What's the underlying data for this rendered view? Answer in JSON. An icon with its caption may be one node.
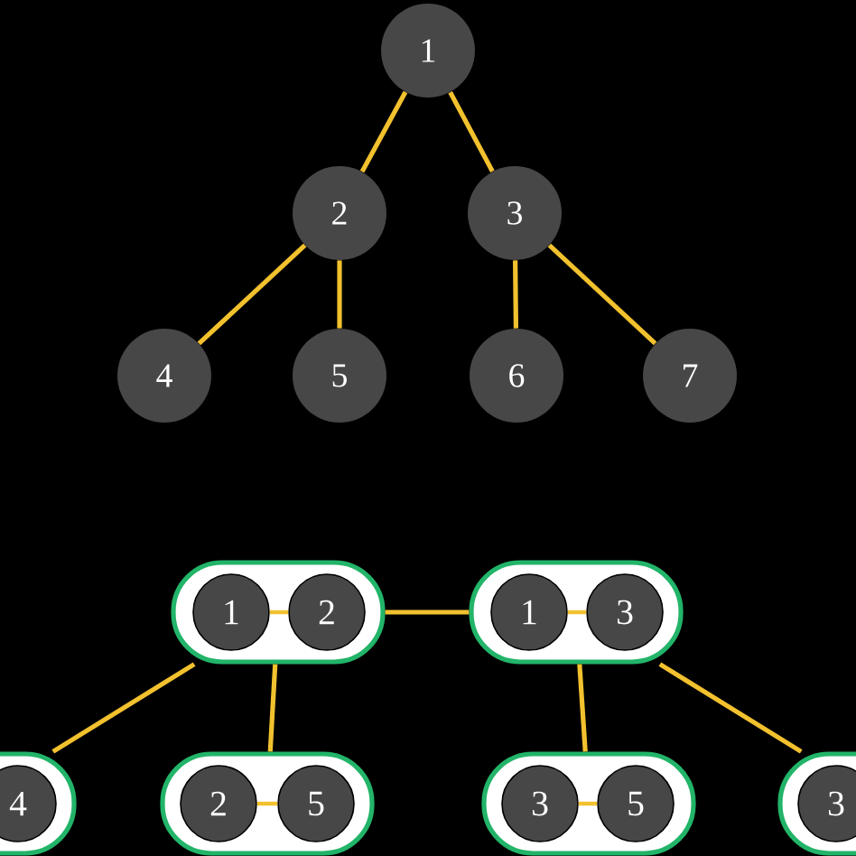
{
  "diagram": {
    "nodes": [
      {
        "text": [
          "1"
        ]
      },
      {
        "text": [
          "2"
        ]
      },
      {
        "text": [
          "3"
        ]
      },
      {
        "text": [
          "4"
        ]
      },
      {
        "text": [
          "5"
        ]
      },
      {
        "text": [
          "6"
        ]
      },
      {
        "text": [
          "7"
        ]
      },
      {
        "text": [],
        "shape": "box"
      },
      {
        "text": [
          "1"
        ],
        "in": 7
      },
      {
        "text": [
          "2"
        ],
        "in": 7
      },
      {
        "text": [],
        "shape": "box"
      },
      {
        "text": [
          "1"
        ],
        "in": 10
      },
      {
        "text": [
          "3"
        ],
        "in": 10
      },
      {
        "text": [],
        "shape": "box"
      },
      {
        "text": [
          "4"
        ],
        "in": 13
      },
      {
        "text": [],
        "shape": "box"
      },
      {
        "text": [
          "2"
        ],
        "in": 15
      },
      {
        "text": [
          "5"
        ],
        "in": 15
      },
      {
        "text": [],
        "shape": "box"
      },
      {
        "text": [
          "3"
        ],
        "in": 18
      },
      {
        "text": [
          "5"
        ],
        "in": 18
      },
      {
        "text": [],
        "shape": "box"
      },
      {
        "text": [
          "3"
        ],
        "in": 21
      }
    ],
    "edges": [
      {
        "from": 0,
        "to": 1,
        "arrow": "none"
      },
      {
        "from": 0,
        "to": 2,
        "arrow": "none"
      },
      {
        "from": 1,
        "to": 3,
        "arrow": "none"
      },
      {
        "from": 1,
        "to": 4,
        "arrow": "none"
      },
      {
        "from": 2,
        "to": 5,
        "arrow": "none"
      },
      {
        "from": 2,
        "to": 6,
        "arrow": "none"
      },
      {
        "from": 8,
        "to": 9,
        "arrow": "none"
      },
      {
        "from": 11,
        "to": 12,
        "arrow": "none"
      },
      {
        "from": 7,
        "to": 10,
        "arrow": "none"
      },
      {
        "from": 7,
        "to": 13,
        "arrow": "none"
      },
      {
        "from": 7,
        "to": 15,
        "arrow": "none"
      },
      {
        "from": 16,
        "to": 17,
        "arrow": "none"
      },
      {
        "from": 19,
        "to": 20,
        "arrow": "none"
      },
      {
        "from": 10,
        "to": 18,
        "arrow": "none"
      },
      {
        "from": 10,
        "to": 21,
        "arrow": "none"
      }
    ]
  }
}
